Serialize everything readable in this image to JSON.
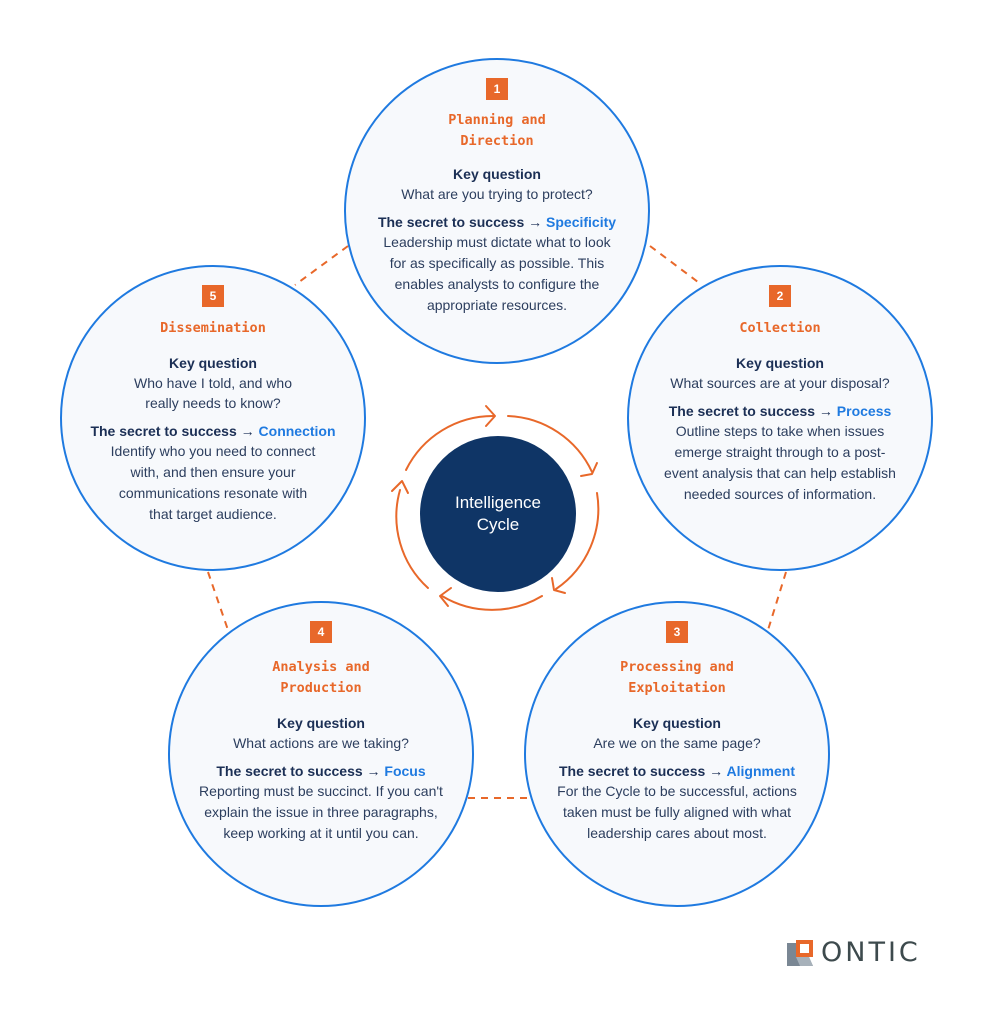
{
  "colors": {
    "accent_orange": "#e8682a",
    "circle_border_blue": "#1f7ae0",
    "keyword_blue": "#1f7ae0",
    "text_navy": "#1b2f55",
    "hub_navy": "#0f3566",
    "circle_fill": "#f7f9fc",
    "logo_gray": "#3d4a4d"
  },
  "center": {
    "label": "Intelligence\nCycle",
    "icon": "cycle-arrows-icon"
  },
  "stages": [
    {
      "number": "1",
      "title": "Planning and\nDirection",
      "key_question_label": "Key question",
      "key_question": "What are you trying to protect?",
      "secret_prefix": "The secret to success",
      "arrow": "→",
      "secret_keyword": "Specificity",
      "description": "Leadership must dictate what to look\nfor as specifically as possible. This\nenables analysts to configure the\nappropriate resources."
    },
    {
      "number": "2",
      "title": "Collection",
      "key_question_label": "Key question",
      "key_question": "What sources are at your disposal?",
      "secret_prefix": "The secret to success",
      "arrow": "→",
      "secret_keyword": "Process",
      "description": "Outline steps to take when issues\nemerge straight through to a post-\nevent analysis that can help establish\nneeded sources of information."
    },
    {
      "number": "3",
      "title": "Processing and\nExploitation",
      "key_question_label": "Key question",
      "key_question": "Are we on the same page?",
      "secret_prefix": "The secret to success",
      "arrow": "→",
      "secret_keyword": "Alignment",
      "description": "For the Cycle to be successful, actions\ntaken must be fully aligned with what\nleadership cares about most."
    },
    {
      "number": "4",
      "title": "Analysis and\nProduction",
      "key_question_label": "Key question",
      "key_question": "What actions are we taking?",
      "secret_prefix": "The secret to success",
      "arrow": "→",
      "secret_keyword": "Focus",
      "description": "Reporting must be succinct. If you can't\nexplain the issue in three paragraphs,\nkeep working at it until you can."
    },
    {
      "number": "5",
      "title": "Dissemination",
      "key_question_label": "Key question",
      "key_question": "Who have I told, and who\nreally needs to know?",
      "secret_prefix": "The secret to success",
      "arrow": "→",
      "secret_keyword": "Connection",
      "description": "Identify who you need to connect\nwith, and then ensure your\ncommunications resonate with\nthat target audience."
    }
  ],
  "logo": {
    "text": "ONTIC",
    "icon": "ontic-logo-icon"
  }
}
